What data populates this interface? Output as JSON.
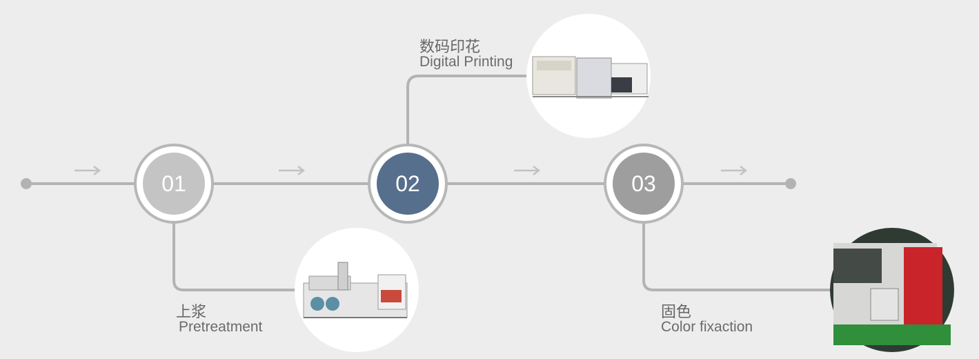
{
  "steps": [
    {
      "number": "01",
      "label_cn": "上浆",
      "label_en": "Pretreatment",
      "color": "#c4c4c4",
      "image": "pretreatment-machine"
    },
    {
      "number": "02",
      "label_cn": "数码印花",
      "label_en": "Digital Printing",
      "color": "#566f8c",
      "image": "digital-printing-machine"
    },
    {
      "number": "03",
      "label_cn": "固色",
      "label_en": "Color fixaction",
      "color": "#9e9e9e",
      "image": "color-fixation-machine"
    }
  ],
  "colors": {
    "line": "#b3b3b3",
    "ring": "#b7b7b7",
    "arrow": "#c2c2c2",
    "background": "#ededed"
  },
  "icons": [
    "arrow-right-icon",
    "arrow-right-icon",
    "arrow-right-icon",
    "arrow-right-icon"
  ]
}
